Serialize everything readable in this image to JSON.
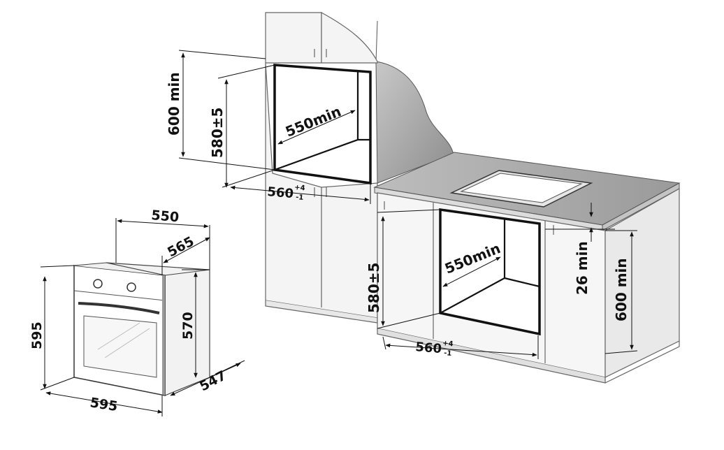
{
  "oven_unit": {
    "width": "595",
    "height": "595",
    "depth_body": "547",
    "body_height": "570",
    "top_width": "550",
    "top_depth": "565"
  },
  "column_install": {
    "niche_height_min": "600 min",
    "cutout_height": "580±5",
    "depth_min": "550min",
    "cutout_width_main": "560",
    "cutout_width_tol_plus": "+4",
    "cutout_width_tol_minus": "-1"
  },
  "under_counter_install": {
    "cutout_height": "580±5",
    "depth_min": "550min",
    "cutout_width_main": "560",
    "cutout_width_tol_plus": "+4",
    "cutout_width_tol_minus": "-1",
    "top_gap_min": "26 min",
    "height_min": "600 min"
  }
}
